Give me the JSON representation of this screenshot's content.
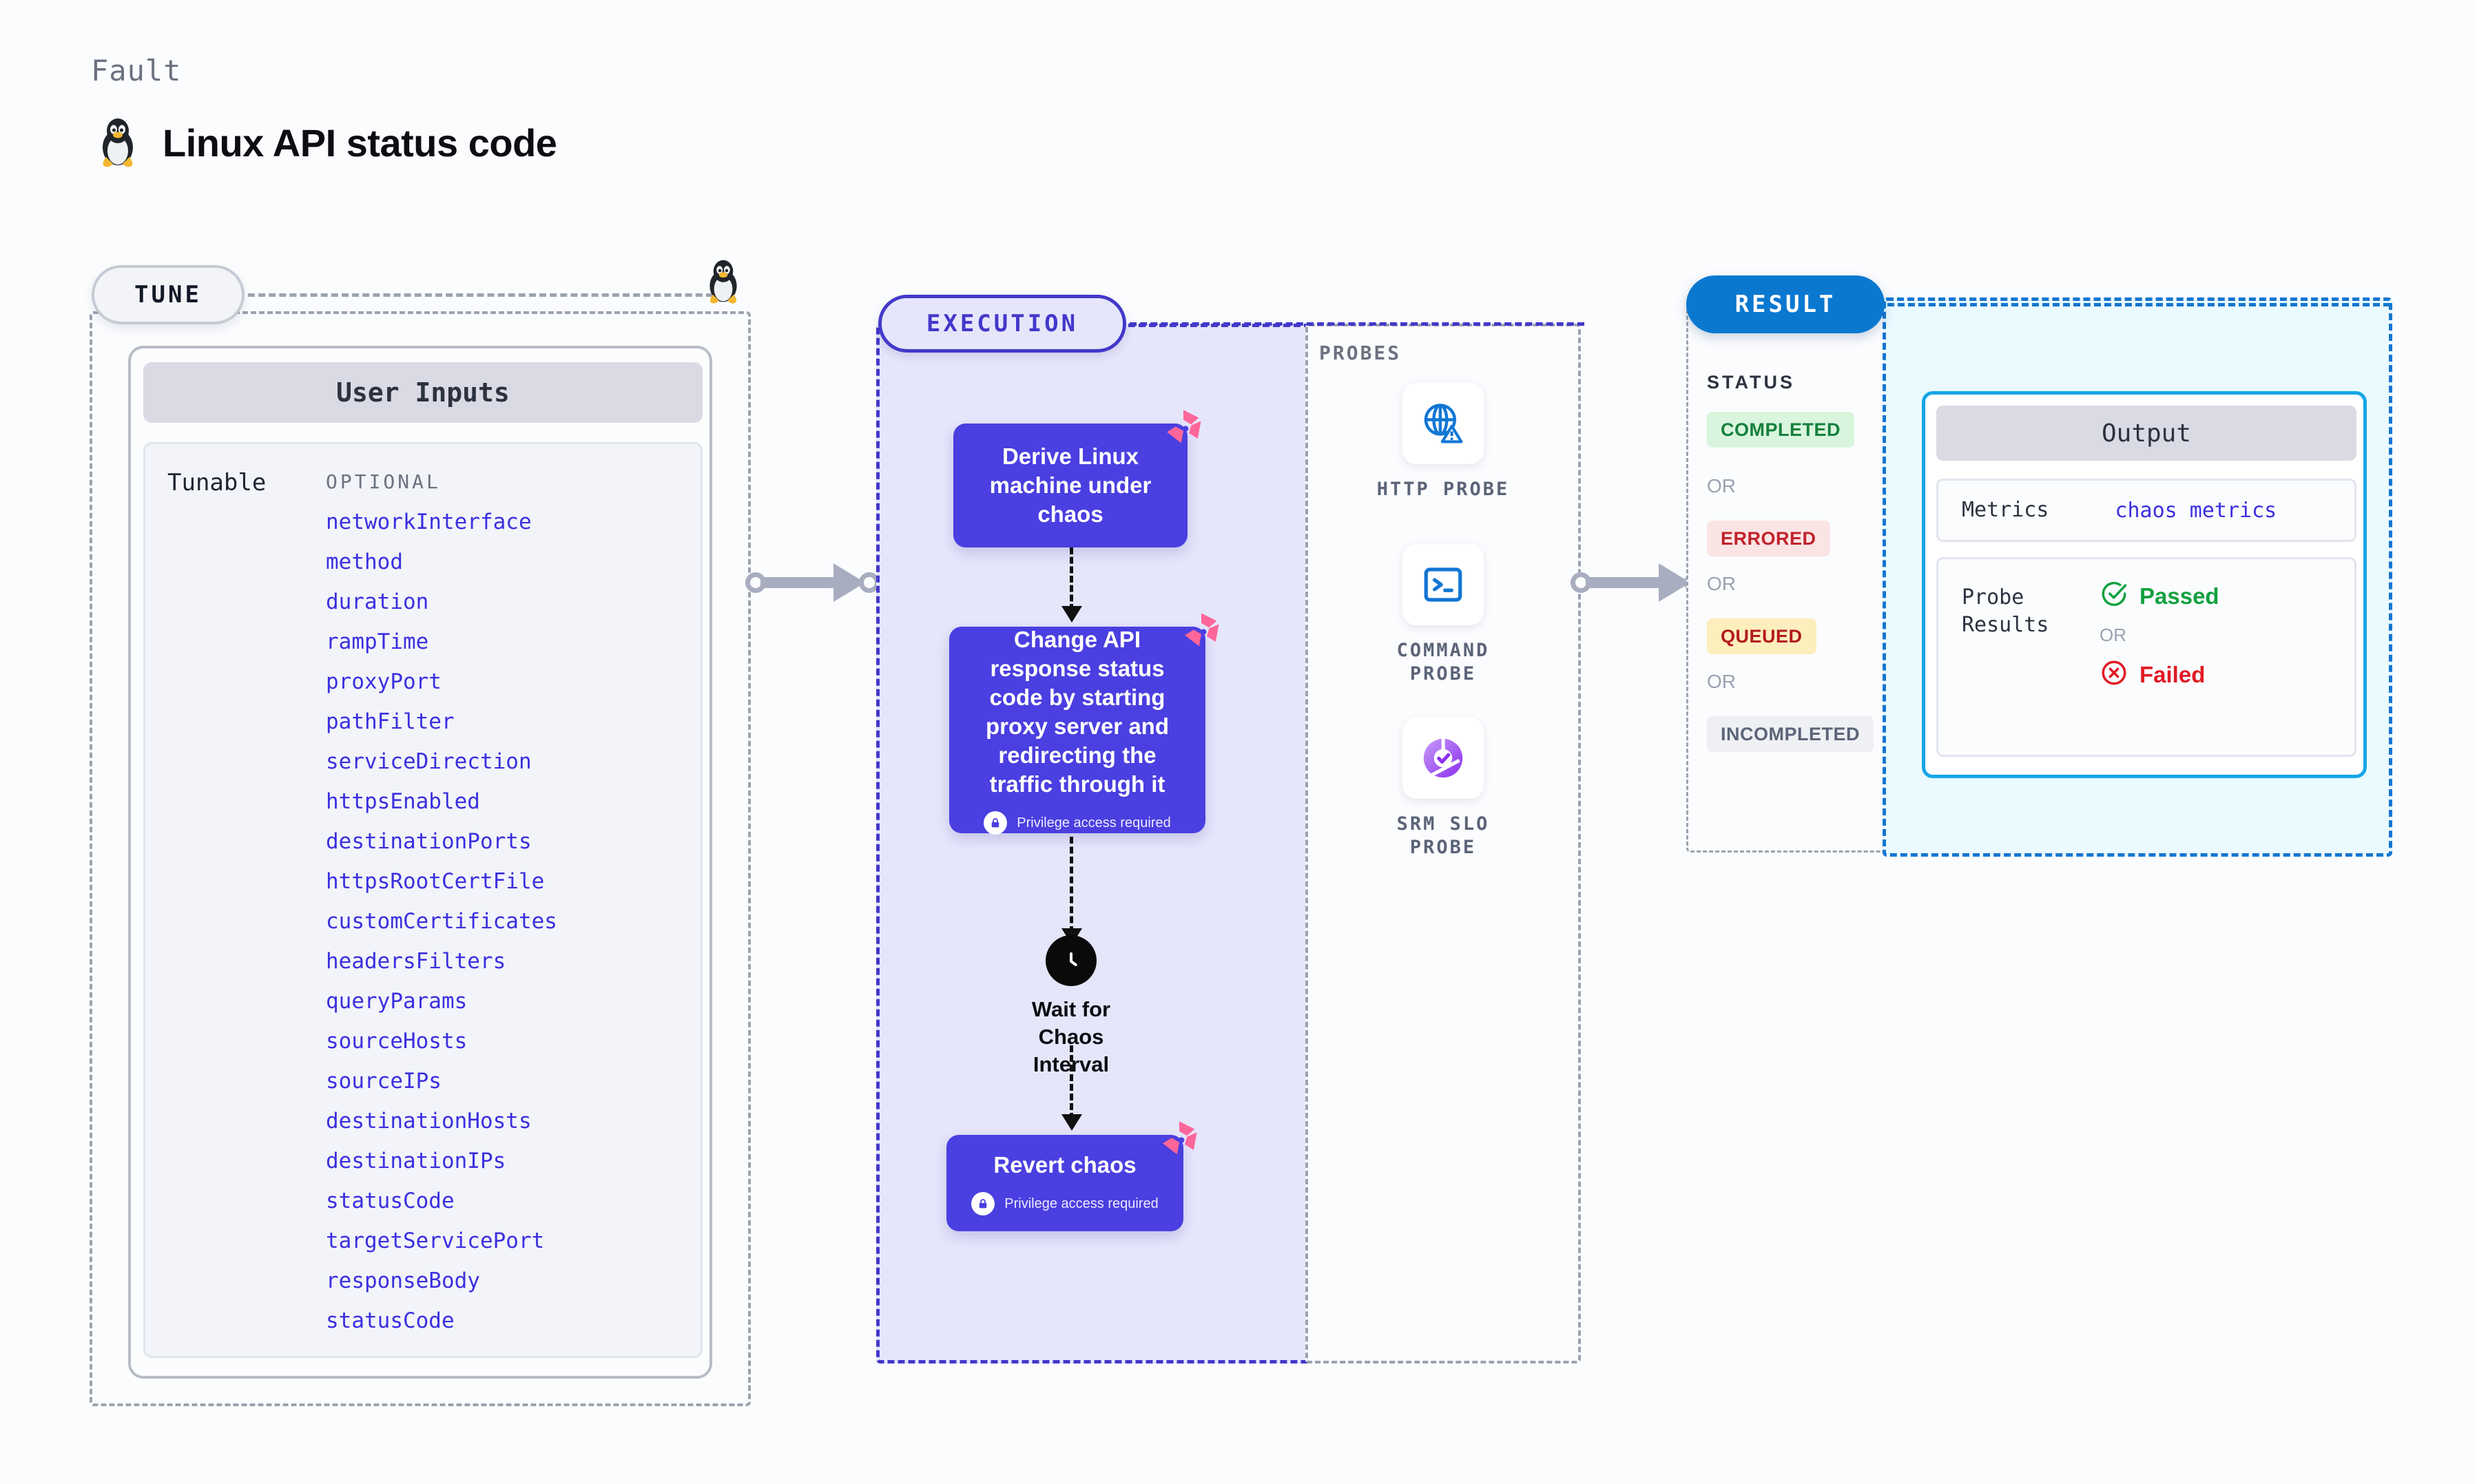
{
  "header": {
    "eyebrow": "Fault",
    "title": "Linux API status code",
    "icon": "tux-penguin-icon"
  },
  "tune": {
    "pill_label": "TUNE",
    "panel_title": "User Inputs",
    "tunable_label": "Tunable",
    "optional_label": "OPTIONAL",
    "params": [
      "networkInterface",
      "method",
      "duration",
      "rampTime",
      "proxyPort",
      "pathFilter",
      "serviceDirection",
      "httpsEnabled",
      "destinationPorts",
      "httpsRootCertFile",
      "customCertificates",
      "headersFilters",
      "queryParams",
      "sourceHosts",
      "sourceIPs",
      "destinationHosts",
      "destinationIPs",
      "statusCode",
      "targetServicePort",
      "responseBody",
      "statusCode"
    ]
  },
  "execution": {
    "pill_label": "EXECUTION",
    "steps": [
      {
        "text": "Derive Linux machine under chaos",
        "privilege": null,
        "chaos_badge": true
      },
      {
        "text": "Change API response status code by starting proxy server and redirecting the traffic through it",
        "privilege": "Privilege access required",
        "chaos_badge": true
      },
      {
        "text": "Revert chaos",
        "privilege": "Privilege access required",
        "chaos_badge": true
      }
    ],
    "wait_node": {
      "label": "Wait for Chaos Interval",
      "icon": "clock-icon"
    }
  },
  "probes": {
    "title": "PROBES",
    "items": [
      {
        "label": "HTTP PROBE",
        "icon": "globe-warning-icon"
      },
      {
        "label": "COMMAND PROBE",
        "icon": "terminal-icon"
      },
      {
        "label": "SRM SLO PROBE",
        "icon": "slo-donut-check-icon"
      }
    ]
  },
  "result": {
    "pill_label": "RESULT",
    "status_title": "STATUS",
    "or_label": "OR",
    "statuses": [
      {
        "label": "COMPLETED",
        "bg": "#d9f5dd",
        "fg": "#15803d"
      },
      {
        "label": "ERRORED",
        "bg": "#fbe4e4",
        "fg": "#c0222b"
      },
      {
        "label": "QUEUED",
        "bg": "#fdeebe",
        "fg": "#b31b1b"
      },
      {
        "label": "INCOMPLETED",
        "bg": "#eef0f4",
        "fg": "#5b6478"
      }
    ],
    "output": {
      "title": "Output",
      "metrics_key": "Metrics",
      "metrics_value": "chaos metrics",
      "probe_results_key": "Probe Results",
      "passed_label": "Passed",
      "failed_label": "Failed",
      "or_label": "OR",
      "passed_color": "#12a13f",
      "failed_color": "#e01b24"
    }
  },
  "colors": {
    "indigo": "#4a3fe0",
    "pink": "#ff6699",
    "blue": "#0b78d0",
    "cyan": "#16a6e8"
  }
}
